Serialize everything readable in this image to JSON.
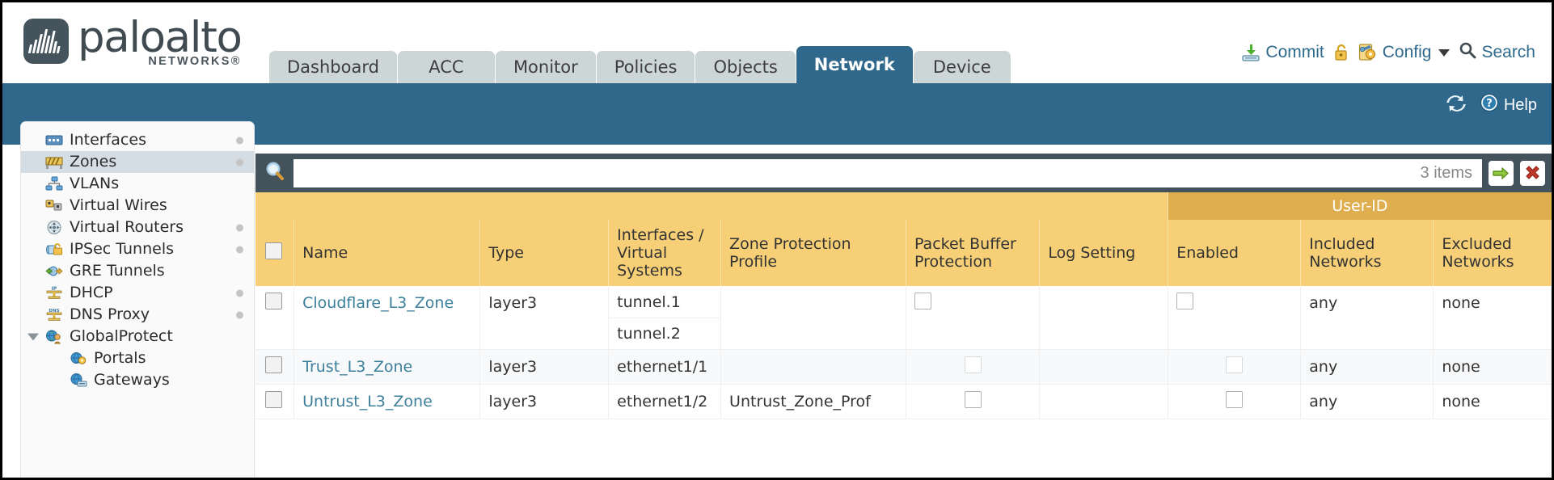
{
  "brand": {
    "name": "paloalto",
    "sub": "NETWORKS®"
  },
  "tabs": [
    {
      "label": "Dashboard",
      "active": false
    },
    {
      "label": "ACC",
      "active": false
    },
    {
      "label": "Monitor",
      "active": false
    },
    {
      "label": "Policies",
      "active": false
    },
    {
      "label": "Objects",
      "active": false
    },
    {
      "label": "Network",
      "active": true
    },
    {
      "label": "Device",
      "active": false
    }
  ],
  "top_actions": {
    "commit": "Commit",
    "lock_icon": "lock-icon",
    "config": "Config",
    "search": "Search"
  },
  "blue_bar": {
    "refresh_icon": "refresh-icon",
    "help": "Help"
  },
  "sidebar": {
    "items": [
      {
        "label": "Interfaces",
        "icon": "interfaces-icon",
        "selected": false,
        "dot": true,
        "child": false,
        "arrow": false
      },
      {
        "label": "Zones",
        "icon": "zones-icon",
        "selected": true,
        "dot": true,
        "child": false,
        "arrow": false
      },
      {
        "label": "VLANs",
        "icon": "vlans-icon",
        "selected": false,
        "dot": false,
        "child": false,
        "arrow": false
      },
      {
        "label": "Virtual Wires",
        "icon": "virtual-wires-icon",
        "selected": false,
        "dot": false,
        "child": false,
        "arrow": false
      },
      {
        "label": "Virtual Routers",
        "icon": "virtual-routers-icon",
        "selected": false,
        "dot": true,
        "child": false,
        "arrow": false
      },
      {
        "label": "IPSec Tunnels",
        "icon": "ipsec-tunnels-icon",
        "selected": false,
        "dot": true,
        "child": false,
        "arrow": false
      },
      {
        "label": "GRE Tunnels",
        "icon": "gre-tunnels-icon",
        "selected": false,
        "dot": false,
        "child": false,
        "arrow": false
      },
      {
        "label": "DHCP",
        "icon": "dhcp-icon",
        "selected": false,
        "dot": true,
        "child": false,
        "arrow": false
      },
      {
        "label": "DNS Proxy",
        "icon": "dns-proxy-icon",
        "selected": false,
        "dot": true,
        "child": false,
        "arrow": false
      },
      {
        "label": "GlobalProtect",
        "icon": "globalprotect-icon",
        "selected": false,
        "dot": false,
        "child": false,
        "arrow": true
      },
      {
        "label": "Portals",
        "icon": "portals-icon",
        "selected": false,
        "dot": false,
        "child": true,
        "arrow": false
      },
      {
        "label": "Gateways",
        "icon": "gateways-icon",
        "selected": false,
        "dot": false,
        "child": true,
        "arrow": false
      }
    ]
  },
  "search": {
    "icon": "search-icon",
    "value": "",
    "placeholder": "",
    "count": "3 items",
    "apply_icon": "apply-arrow-icon",
    "clear_icon": "clear-x-icon"
  },
  "table": {
    "group_header": "User-ID",
    "columns": [
      "Name",
      "Type",
      "Interfaces / Virtual Systems",
      "Zone Protection Profile",
      "Packet Buffer Protection",
      "Log Setting",
      "Enabled",
      "Included Networks",
      "Excluded Networks"
    ],
    "rows": [
      {
        "name": "Cloudflare_L3_Zone",
        "type": "layer3",
        "interfaces": [
          "tunnel.1",
          "tunnel.2"
        ],
        "zone_protection_profile": "",
        "packet_buffer_protection": false,
        "log_setting": "",
        "userid_enabled": false,
        "included_networks": "any",
        "excluded_networks": "none"
      },
      {
        "name": "Trust_L3_Zone",
        "type": "layer3",
        "interfaces": [
          "ethernet1/1"
        ],
        "zone_protection_profile": "",
        "packet_buffer_protection": false,
        "log_setting": "",
        "userid_enabled": false,
        "included_networks": "any",
        "excluded_networks": "none"
      },
      {
        "name": "Untrust_L3_Zone",
        "type": "layer3",
        "interfaces": [
          "ethernet1/2"
        ],
        "zone_protection_profile": "Untrust_Zone_Prof",
        "packet_buffer_protection": false,
        "log_setting": "",
        "userid_enabled": false,
        "included_networks": "any",
        "excluded_networks": "none"
      }
    ]
  },
  "colors": {
    "brand_blue": "#30688c",
    "header_amber": "#f6cf76",
    "group_amber": "#dfae4e",
    "toolbar_dark": "#44525b",
    "link_blue": "#3c7f9b"
  }
}
